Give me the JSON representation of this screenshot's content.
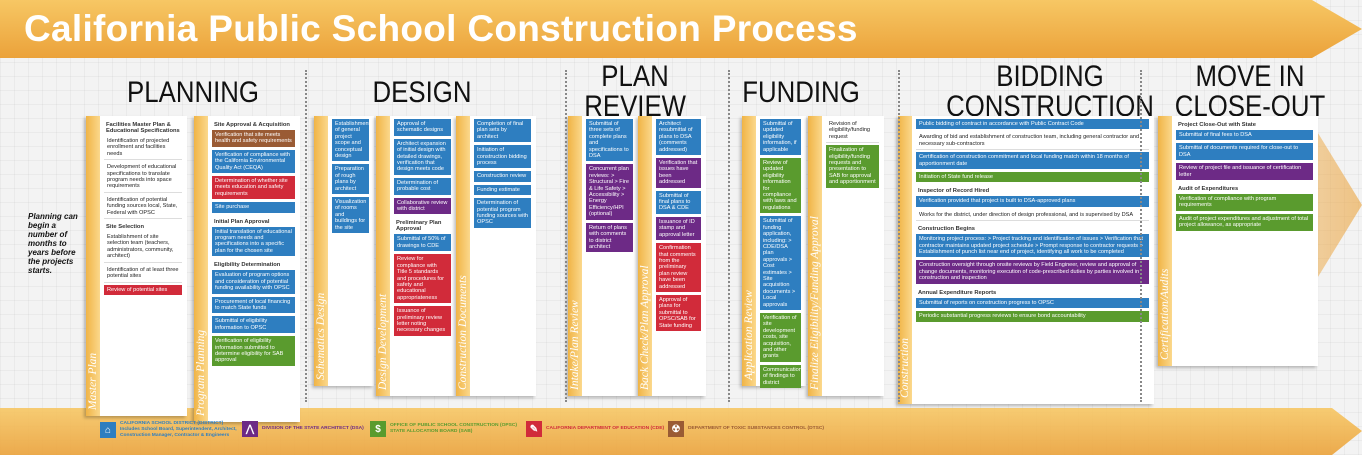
{
  "title": "California Public School Construction Process",
  "phases": [
    {
      "label": "PLANNING"
    },
    {
      "label": "DESIGN"
    },
    {
      "label": "PLAN\nREVIEW"
    },
    {
      "label": "FUNDING"
    },
    {
      "label": "BIDDING\nCONSTRUCTION"
    },
    {
      "label": "MOVE IN\nCLOSE-OUT"
    }
  ],
  "planning_note": "Planning can begin a number of months to years before the projects starts.",
  "columns": [
    {
      "label": "Master Plan",
      "items": [
        {
          "t": "h",
          "text": "Facilities Master Plan & Educational Specifications"
        },
        {
          "t": "plain",
          "text": "Identification of projected enrollment and facilities needs"
        },
        {
          "t": "plain",
          "text": "Development of educational specifications to translate program needs into space requirements"
        },
        {
          "t": "plain",
          "text": "Identification of potential funding sources local, State, Federal with OPSC"
        },
        {
          "t": "h",
          "text": "Site Selection"
        },
        {
          "t": "plain",
          "text": "Establishment of site selection team (teachers, administrators, community, architect)"
        },
        {
          "t": "plain",
          "text": "Identification of at least three potential sites"
        },
        {
          "t": "red",
          "text": "Review of potential sites"
        }
      ]
    },
    {
      "label": "Program Planning",
      "items": [
        {
          "t": "h",
          "text": "Site Approval & Acquisition"
        },
        {
          "t": "brown",
          "text": "Verification that site meets health and safety requirements"
        },
        {
          "t": "blue",
          "text": "Verification of compliance with the California Environmental Quality Act (CEQA)"
        },
        {
          "t": "red",
          "text": "Determination of whether site meets education and safety requirements"
        },
        {
          "t": "blue",
          "text": "Site purchase"
        },
        {
          "t": "h",
          "text": "Initial Plan Approval"
        },
        {
          "t": "blue",
          "text": "Initial translation of educational program needs and specifications into a specific plan for the chosen site"
        },
        {
          "t": "h",
          "text": "Eligibility Determination"
        },
        {
          "t": "blue",
          "text": "Evaluation of program options and consideration of potential funding availability with OPSC"
        },
        {
          "t": "blue",
          "text": "Procurement of local financing to match State funds"
        },
        {
          "t": "blue",
          "text": "Submittal of eligibility information to OPSC"
        },
        {
          "t": "green",
          "text": "Verification of eligibility information submitted to determine eligibility for SAB approval"
        }
      ]
    },
    {
      "label": "Schematics Design",
      "items": [
        {
          "t": "blue",
          "text": "Establishment of general project scope and conceptual design"
        },
        {
          "t": "blue",
          "text": "Preparation of rough plans by architect"
        },
        {
          "t": "blue",
          "text": "Visualization of rooms and buildings for the site"
        }
      ]
    },
    {
      "label": "Design Development",
      "items": [
        {
          "t": "blue",
          "text": "Approval of schematic designs"
        },
        {
          "t": "blue",
          "text": "Architect expansion of initial design with detailed drawings, verification that design meets code"
        },
        {
          "t": "blue",
          "text": "Determination of probable cost"
        },
        {
          "t": "purple",
          "text": "Collaborative review with district"
        },
        {
          "t": "h",
          "text": "Preliminary Plan Approval"
        },
        {
          "t": "blue",
          "text": "Submittal of 50% of drawings to CDE"
        },
        {
          "t": "red",
          "text": "Review for compliance with Title 5 standards and procedures for safety and educational appropriateness"
        },
        {
          "t": "red",
          "text": "Issuance of preliminary review letter noting necessary changes"
        }
      ]
    },
    {
      "label": "Construction Documents",
      "items": [
        {
          "t": "blue",
          "text": "Completion of final plan sets by architect"
        },
        {
          "t": "blue",
          "text": "Initiation of construction bidding process"
        },
        {
          "t": "blue",
          "text": "Construction review"
        },
        {
          "t": "blue",
          "text": "Funding estimate"
        },
        {
          "t": "blue",
          "text": "Determination of potential program funding sources with OPSC"
        }
      ]
    },
    {
      "label": "Intake/Plan Review",
      "items": [
        {
          "t": "blue",
          "text": "Submittal of three sets of complete plans and specifications to DSA"
        },
        {
          "t": "purple",
          "text": "Concurrent plan reviews: > Structural > Fire & Life Safety > Accessibility > Energy Efficiency/HPI (optional)"
        },
        {
          "t": "purple",
          "text": "Return of plans with comments to district architect"
        }
      ]
    },
    {
      "label": "Back Check/Plan Approval",
      "items": [
        {
          "t": "blue",
          "text": "Architect resubmittal of plans to DSA (comments addressed)"
        },
        {
          "t": "purple",
          "text": "Verification that issues have been addressed"
        },
        {
          "t": "blue",
          "text": "Submittal of final plans to DSA & CDE"
        },
        {
          "t": "purple",
          "text": "Issuance of ID stamp and approval letter"
        },
        {
          "t": "red",
          "text": "Confirmation that comments from the preliminary plan review have been addressed"
        },
        {
          "t": "red",
          "text": "Approval of plans for submittal to OPSC/SAB for State funding"
        }
      ]
    },
    {
      "label": "Application Review",
      "items": [
        {
          "t": "blue",
          "text": "Submittal of updated eligibility information, if applicable"
        },
        {
          "t": "green",
          "text": "Review of updated eligibility information for compliance with laws and regulations"
        },
        {
          "t": "blue",
          "text": "Submittal of funding application, including: > CDE/DSA plan approvals > Cost estimates > Site acquisition documents > Local approvals"
        },
        {
          "t": "green",
          "text": "Verification of site development costs, site acquisition, and other grants"
        },
        {
          "t": "green",
          "text": "Communication of findings to district"
        }
      ]
    },
    {
      "label": "Finalize Eligibility/Funding Approval",
      "items": [
        {
          "t": "plain",
          "text": "Revision of eligibility/funding request"
        },
        {
          "t": "green",
          "text": "Finalization of eligibility/funding requests and presentation to SAB for approval and apportionment"
        }
      ]
    },
    {
      "label": "Construction",
      "items": [
        {
          "t": "blue",
          "text": "Public bidding of contract in accordance with Public Contract Code"
        },
        {
          "t": "plain",
          "text": "Awarding of bid and establishment of construction team, including general contractor and necessary sub-contractors"
        },
        {
          "t": "blue",
          "text": "Certification of construction commitment and local funding match within 18 months of apportionment date"
        },
        {
          "t": "green",
          "text": "Initiation of State fund release"
        },
        {
          "t": "h",
          "text": "Inspector of Record Hired"
        },
        {
          "t": "blue",
          "text": "Verification provided that project is built to DSA-approved plans"
        },
        {
          "t": "plain",
          "text": "Works for the district, under direction of design professional, and is supervised by DSA"
        },
        {
          "t": "h",
          "text": "Construction Begins"
        },
        {
          "t": "blue",
          "text": "Monitoring project process: > Project tracking and identification of issues > Verification that contractor maintains updated project schedule > Prompt response to contractor requests > Establishment of punch list near end of project, identifying all work to be completed"
        },
        {
          "t": "purple",
          "text": "Construction oversight through onsite reviews by Field Engineer, review and approval of change documents, monitoring execution of code-prescribed duties by parties involved in construction and inspection"
        },
        {
          "t": "h",
          "text": "Annual Expenditure Reports"
        },
        {
          "t": "blue",
          "text": "Submittal of reports on construction progress to OPSC"
        },
        {
          "t": "green",
          "text": "Periodic substantial progress reviews to ensure bond accountability"
        }
      ]
    },
    {
      "label": "Certification/Audits",
      "items": [
        {
          "t": "h",
          "text": "Project Close-Out with State"
        },
        {
          "t": "blue",
          "text": "Submittal of final fees to DSA"
        },
        {
          "t": "blue",
          "text": "Submittal of documents required for close-out to DSA"
        },
        {
          "t": "purple",
          "text": "Review of project file and issuance of certification letter"
        },
        {
          "t": "h",
          "text": "Audit of Expenditures"
        },
        {
          "t": "green",
          "text": "Verification of compliance with program requirements"
        },
        {
          "t": "green",
          "text": "Audit of project expenditures and adjustment of total project allowance, as appropriate"
        }
      ]
    }
  ],
  "legend": [
    {
      "icon": "school-house-icon",
      "color": "#2e7ec0",
      "glyph": "⌂",
      "text": "CALIFORNIA SCHOOL DISTRICT (DISTRICT)\nIncludes School Board, Superintendent, Architect,\nConstruction Manager, Contractor & Engineers"
    },
    {
      "icon": "compass-icon",
      "color": "#6d2a86",
      "glyph": "⋀",
      "text": "DIVISION OF THE STATE ARCHITECT (DSA)"
    },
    {
      "icon": "dollar-icon",
      "color": "#5a9b2e",
      "glyph": "$",
      "text": "OFFICE OF PUBLIC SCHOOL CONSTRUCTION (OPSC)\nSTATE ALLOCATION BOARD (SAB)"
    },
    {
      "icon": "apple-icon",
      "color": "#d12b3a",
      "glyph": "✎",
      "text": "CALIFORNIA DEPARTMENT OF EDUCATION (CDE)"
    },
    {
      "icon": "hazard-icon",
      "color": "#9a5b34",
      "glyph": "☢",
      "text": "DEPARTMENT OF TOXIC SUBSTANCES CONTROL (DTSC)"
    }
  ]
}
